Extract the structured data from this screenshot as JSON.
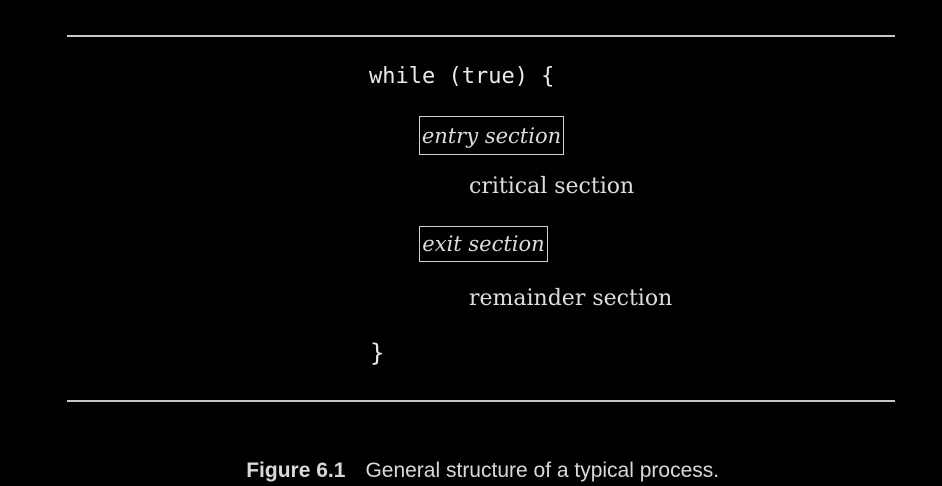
{
  "figure": {
    "code": {
      "while_line": "while (true) {",
      "entry_section": "entry section",
      "critical_section": "critical section",
      "exit_section": "exit section",
      "remainder_section": "remainder section",
      "closing_brace": "}"
    },
    "caption": {
      "label": "Figure 6.1",
      "text": "General structure of a typical process."
    },
    "colors": {
      "background": "#000000",
      "rule": "#c7c7cb",
      "code_text": "#e9e9e7",
      "serif_text": "#dedcd9",
      "box_border": "#cfcfd2",
      "caption_text": "#d6d9dc"
    }
  }
}
